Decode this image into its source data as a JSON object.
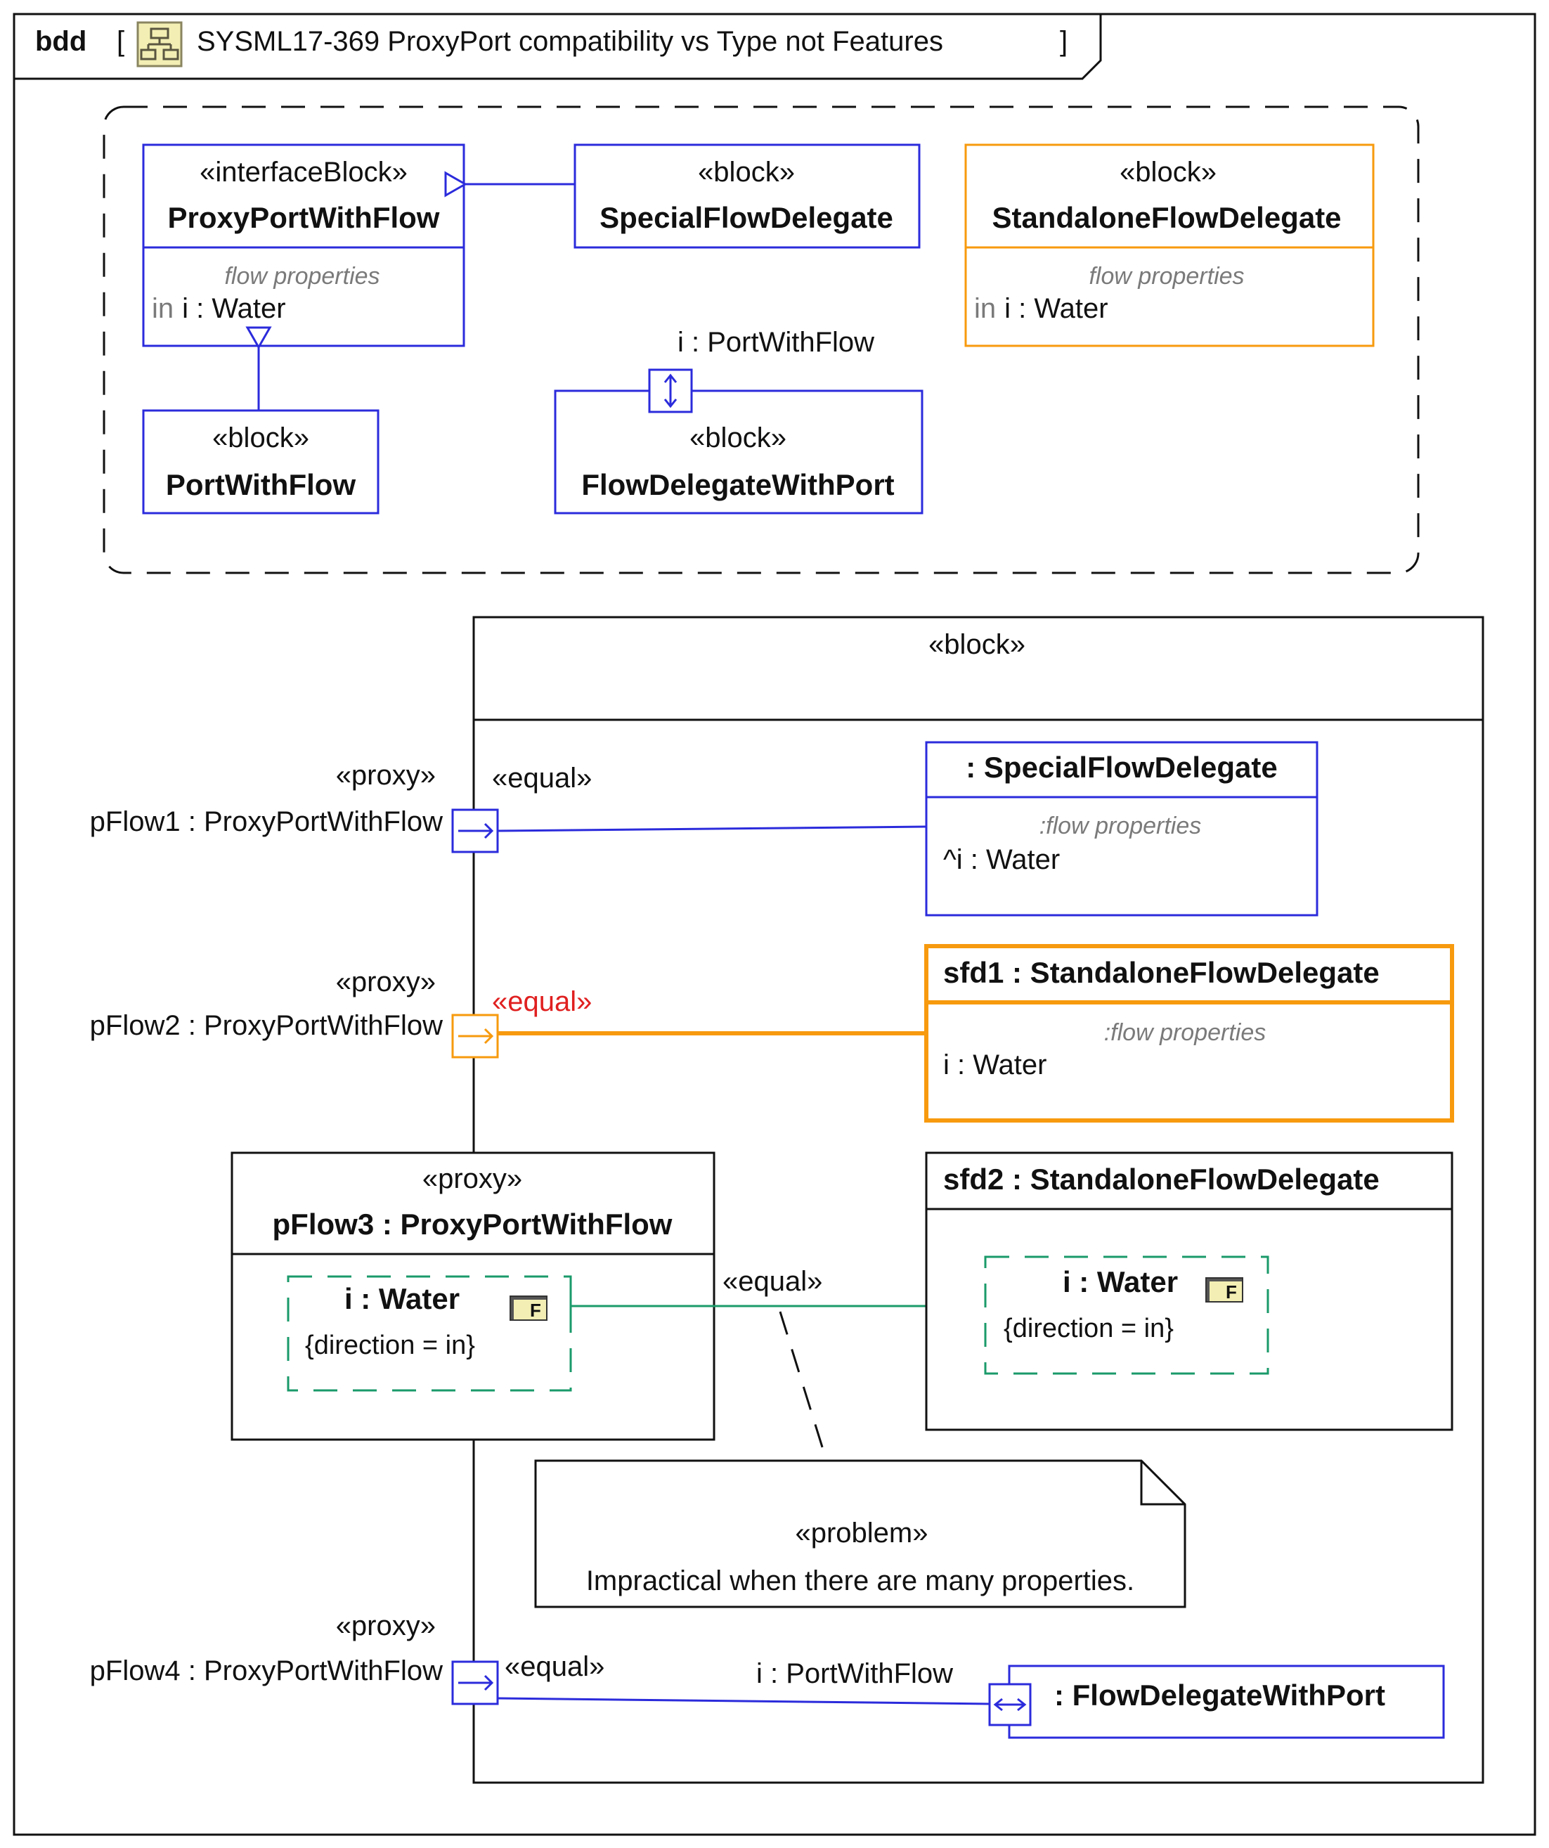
{
  "frame": {
    "kind": "bdd",
    "open_bracket": "[",
    "title": "SYSML17-369 ProxyPort compatibility vs Type not Features",
    "close_bracket": "]"
  },
  "colors": {
    "blue": "#2b2bdc",
    "orange": "#f79a0e",
    "green": "#1a9a6a",
    "red": "#e02020",
    "black": "#111111",
    "note_gray": "#7a7a7a",
    "icon_fill": "#f3efb4"
  },
  "top_group": {
    "interface_block": {
      "stereotype": "«interfaceBlock»",
      "name": "ProxyPortWithFlow",
      "compartment": "flow properties",
      "prop_dir": "in",
      "prop_name": "i",
      "prop_type": " : Water"
    },
    "special_flow_delegate": {
      "stereotype": "«block»",
      "name": "SpecialFlowDelegate"
    },
    "standalone_flow_delegate": {
      "stereotype": "«block»",
      "name": "StandaloneFlowDelegate",
      "compartment": "flow properties",
      "prop_dir": "in",
      "prop_name": "i",
      "prop_type": " : Water"
    },
    "port_with_flow": {
      "stereotype": "«block»",
      "name": "PortWithFlow"
    },
    "flow_delegate_with_port": {
      "stereotype": "«block»",
      "name": "FlowDelegateWithPort",
      "port_label": "i : PortWithFlow"
    }
  },
  "main_block": {
    "stereotype": "«block»",
    "ports": [
      {
        "stereotype": "«proxy»",
        "label": "pFlow1 : ProxyPortWithFlow",
        "connector": "«equal»"
      },
      {
        "stereotype": "«proxy»",
        "label": "pFlow2 : ProxyPortWithFlow",
        "connector": "«equal»"
      },
      {
        "stereotype": "«proxy»",
        "label": "pFlow4 : ProxyPortWithFlow",
        "connector": "«equal»"
      }
    ],
    "pflow3": {
      "stereotype": "«proxy»",
      "name": "pFlow3 : ProxyPortWithFlow",
      "prop": "i : Water",
      "constraint": "{direction = in}",
      "badge": "F",
      "connector": "«equal»"
    },
    "special_part": {
      "name": ": SpecialFlowDelegate",
      "compartment": ":flow properties",
      "prop": "^i : Water"
    },
    "sfd1": {
      "name": "sfd1 : StandaloneFlowDelegate",
      "compartment": ":flow properties",
      "prop": "i : Water"
    },
    "sfd2": {
      "name": "sfd2 : StandaloneFlowDelegate",
      "prop": "i : Water",
      "constraint": "{direction = in}",
      "badge": "F"
    },
    "note": {
      "stereotype": "«problem»",
      "text": "Impractical when there are many properties."
    },
    "flow_delegate_part": {
      "name": ": FlowDelegateWithPort",
      "port_label": "i : PortWithFlow"
    }
  }
}
